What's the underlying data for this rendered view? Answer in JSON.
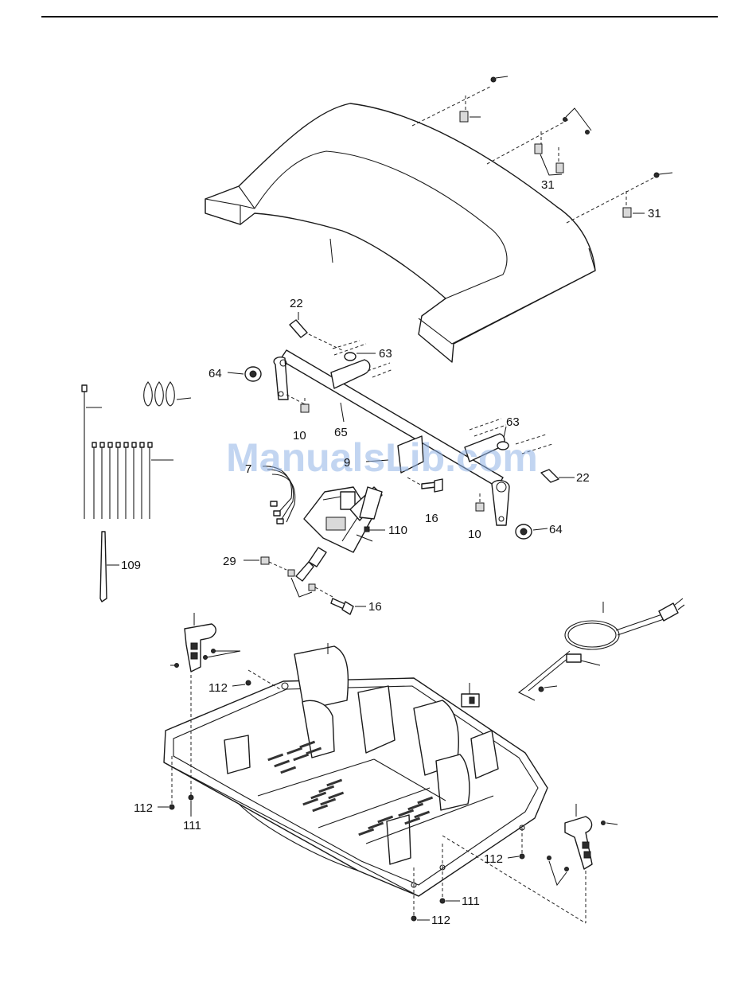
{
  "callouts": {
    "c22a": "22",
    "c63a": "63",
    "c64a": "64",
    "c10a": "10",
    "c65": "65",
    "c63b": "63",
    "c22b": "22",
    "c16a": "16",
    "c10b": "10",
    "c64b": "64",
    "c110": "110",
    "c29": "29",
    "c16b": "16",
    "c109": "109",
    "c31a": "31",
    "c31b": "31",
    "c112a": "112",
    "c112b": "112",
    "c111a": "111",
    "c112c": "112",
    "c111b": "111",
    "c112d": "112",
    "c7partial": "7",
    "c9partial": "9"
  },
  "watermark": "ManualsLib.com"
}
